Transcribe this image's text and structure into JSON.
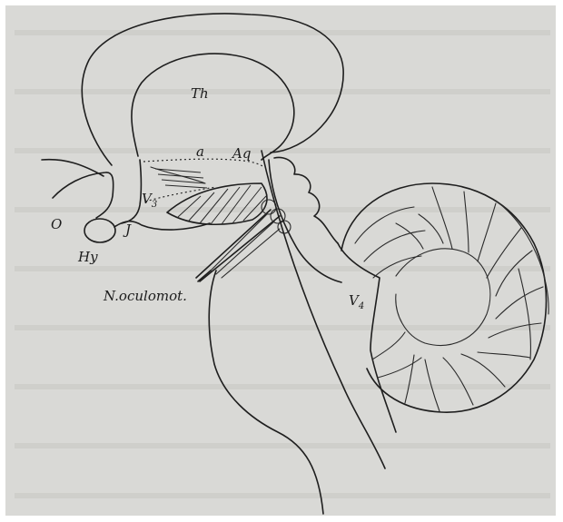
{
  "figure": {
    "labels": {
      "thalamus": "Th",
      "area_a": "a",
      "aqueduct": "Aq",
      "third_ventricle": "V",
      "third_ventricle_sub": "3",
      "optic": "O",
      "infundibulum": "J",
      "hypophysis": "Hy",
      "oculomotor_nerve": "N.oculomot.",
      "fourth_ventricle": "V",
      "fourth_ventricle_sub": "4"
    }
  },
  "colors": {
    "paper": "#d9d9d6",
    "ink": "#1e1e1e"
  }
}
